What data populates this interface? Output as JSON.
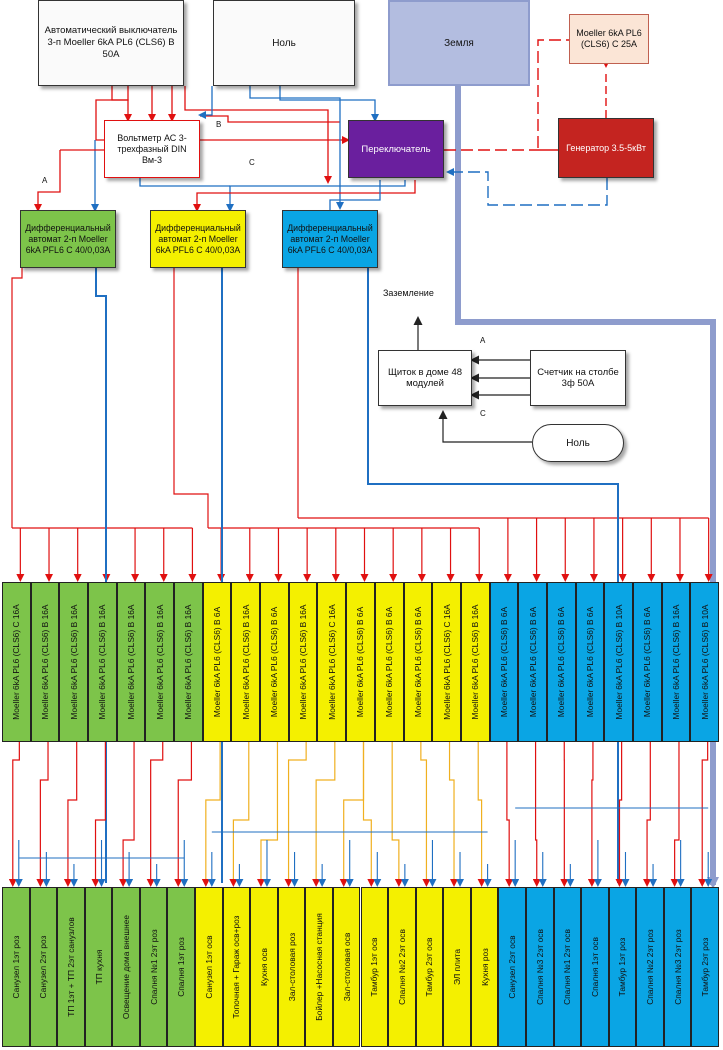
{
  "colors": {
    "phase": "#e01010",
    "neutral": "#1f6fc2",
    "earth": "#8e9ccd",
    "generator_line": "#e01010",
    "group_green": "#7dc44a",
    "group_yellow": "#f4f000",
    "group_blue": "#0aa5e4",
    "orange_wire": "#f0b020",
    "switch_purple": "#6a1f9e",
    "generator_red": "#c42420",
    "breaker_pink": "#fbe5d6",
    "earth_box": "#b3bde0"
  },
  "main_breaker": "Автоматический выключатель 3-п Moeller 6kA PL6 (CLS6) B 50A",
  "neutral_bus": "Ноль",
  "earth_bus": "Земля",
  "gen_breaker": "Moeller 6kA PL6 (CLS6) C 25A",
  "voltmeter": "Вольтметр АС 3-трехфазный DIN Вм-3",
  "switch": "Переключатель",
  "generator": "Генератор 3.5-5кВт",
  "phase_labels": [
    "A",
    "B",
    "C"
  ],
  "rcd": [
    "Дифференциальный автомат 2-п Moeller 6kA PFL6 C 40/0,03A",
    "Дифференциальный автомат 2-п Moeller 6kA PFL6 C 40/0,03A",
    "Дифференциальный автомат 2-п Moeller 6kA PFL6 C 40/0,03A"
  ],
  "grounding_label": "Заземление",
  "house_panel": "Щиток в доме 48 модулей",
  "meter": "Счетчик на столбе 3ф 50А",
  "pole_neutral": "Ноль",
  "pole_phase_labels": [
    "A",
    "C"
  ],
  "breakers": [
    {
      "label": "Moeller 6kA PL6 (CLS6) C 16A",
      "group": "green"
    },
    {
      "label": "Moeller 6kA PL6 (CLS6) B 16A",
      "group": "green"
    },
    {
      "label": "Moeller 6kA PL6 (CLS6) B 16A",
      "group": "green"
    },
    {
      "label": "Moeller 6kA PL6 (CLS6) B 16A",
      "group": "green"
    },
    {
      "label": "Moeller 6kA PL6 (CLS6) B 16A",
      "group": "green"
    },
    {
      "label": "Moeller 6kA PL6 (CLS6) B 16A",
      "group": "green"
    },
    {
      "label": "Moeller 6kA PL6 (CLS6) B 16A",
      "group": "green"
    },
    {
      "label": "Moeller 6kA PL6 (CLS6) B 6A",
      "group": "yellow"
    },
    {
      "label": "Moeller 6kA PL6 (CLS6) B 16A",
      "group": "yellow"
    },
    {
      "label": "Moeller 6kA PL6 (CLS6) B 6A",
      "group": "yellow"
    },
    {
      "label": "Moeller 6kA PL6 (CLS6) B 16A",
      "group": "yellow"
    },
    {
      "label": "Moeller 6kA PL6 (CLS6) C 16A",
      "group": "yellow"
    },
    {
      "label": "Moeller 6kA PL6 (CLS6) B 6A",
      "group": "yellow"
    },
    {
      "label": "Moeller 6kA PL6 (CLS6) B 6A",
      "group": "yellow"
    },
    {
      "label": "Moeller 6kA PL6 (CLS6) B 6A",
      "group": "yellow"
    },
    {
      "label": "Moeller 6kA PL6 (CLS6) C 16A",
      "group": "yellow"
    },
    {
      "label": "Moeller 6kA PL6 (CLS6) B 16A",
      "group": "yellow"
    },
    {
      "label": "Moeller 6kA PL6 (CLS6) B 6A",
      "group": "blue"
    },
    {
      "label": "Moeller 6kA PL6 (CLS6) B 6A",
      "group": "blue"
    },
    {
      "label": "Moeller 6kA PL6 (CLS6) B 6A",
      "group": "blue"
    },
    {
      "label": "Moeller 6kA PL6 (CLS6) B 6A",
      "group": "blue"
    },
    {
      "label": "Moeller 6kA PL6 (CLS6) B 10A",
      "group": "blue"
    },
    {
      "label": "Moeller 6kA PL6 (CLS6) B 6A",
      "group": "blue"
    },
    {
      "label": "Moeller 6kA PL6 (CLS6) B 16A",
      "group": "blue"
    },
    {
      "label": "Moeller 6kA PL6 (CLS6) B 10A",
      "group": "blue"
    }
  ],
  "circuits": [
    {
      "label": "Санузел 1эт роз",
      "group": "green"
    },
    {
      "label": "Санузел 2эт роз",
      "group": "green"
    },
    {
      "label": "ТП 1эт + ТП 2эт санузлов",
      "group": "green"
    },
    {
      "label": "ТП кухня",
      "group": "green"
    },
    {
      "label": "Освещение дома внешнее",
      "group": "green"
    },
    {
      "label": "Спалня №1 2эт роз",
      "group": "green"
    },
    {
      "label": "Спалня 1эт роз",
      "group": "green"
    },
    {
      "label": "Санузел 1эт осв",
      "group": "yellow"
    },
    {
      "label": "Топочная + Гараж осв+роз",
      "group": "yellow"
    },
    {
      "label": "Кухня осв",
      "group": "yellow"
    },
    {
      "label": "Зал-столовая роз",
      "group": "yellow"
    },
    {
      "label": "Бойлер +Насосная станция",
      "group": "yellow"
    },
    {
      "label": "Зал-столовая осв",
      "group": "yellow"
    },
    {
      "label": "Тамбур 1эт осв",
      "group": "yellow"
    },
    {
      "label": "Спалня №2 2эт осв",
      "group": "yellow"
    },
    {
      "label": "Тамбур 2эт осв",
      "group": "yellow"
    },
    {
      "label": "ЭЛ плита",
      "group": "yellow"
    },
    {
      "label": "Кухня роз",
      "group": "yellow"
    },
    {
      "label": "Санузел 2эт осв",
      "group": "blue"
    },
    {
      "label": "Спалня №3 2эт осв",
      "group": "blue"
    },
    {
      "label": "Спалня №1 2эт осв",
      "group": "blue"
    },
    {
      "label": "Спалня 1эт осв",
      "group": "blue"
    },
    {
      "label": "Тамбур 1эт роз",
      "group": "blue"
    },
    {
      "label": "Спалня №2 2эт роз",
      "group": "blue"
    },
    {
      "label": "Спалня №3 2эт роз",
      "group": "blue"
    },
    {
      "label": "Тамбур 2эт роз",
      "group": "blue"
    }
  ]
}
